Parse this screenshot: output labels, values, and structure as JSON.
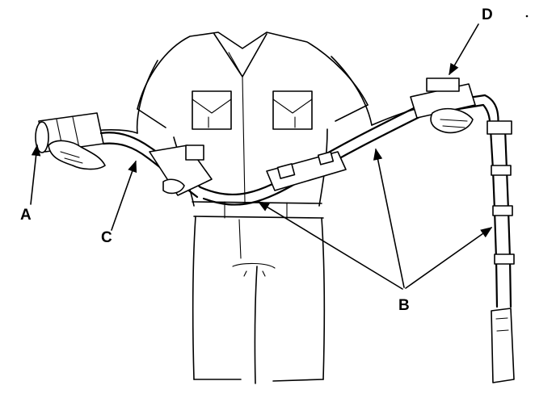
{
  "diagram": {
    "callouts": [
      {
        "id": "A",
        "text": "A"
      },
      {
        "id": "B",
        "text": "B"
      },
      {
        "id": "C",
        "text": "C"
      },
      {
        "id": "D",
        "text": "D"
      }
    ]
  }
}
